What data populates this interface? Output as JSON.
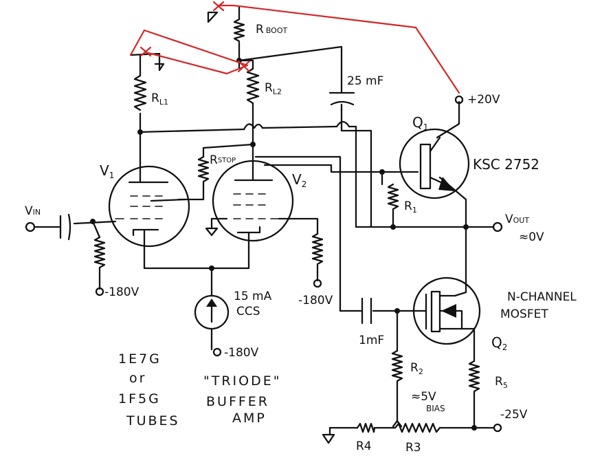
{
  "components": {
    "rboot": {
      "label": "R",
      "sub": "BOOT"
    },
    "rl1": {
      "label": "R",
      "sub": "L1"
    },
    "rl2": {
      "label": "R",
      "sub": "L2"
    },
    "rstop": {
      "label": "R",
      "sub": "STOP"
    },
    "r1": {
      "label": "R",
      "sub": "1"
    },
    "r2": {
      "label": "R",
      "sub": "2"
    },
    "r3": {
      "label": "R3"
    },
    "r4": {
      "label": "R4"
    },
    "r5": {
      "label": "R",
      "sub": "5"
    },
    "v1": {
      "label": "V",
      "sub": "1"
    },
    "v2": {
      "label": "V",
      "sub": "2"
    },
    "q1": {
      "label": "Q",
      "sub": "1",
      "part": "KSC 2752"
    },
    "q2": {
      "label": "Q",
      "sub": "2",
      "type_line1": "N-CHANNEL",
      "type_line2": "MOSFET"
    },
    "cap_boot": {
      "label": "25 mF"
    },
    "cap_coupling": {
      "label": "1mF"
    },
    "ccs": {
      "line1": "15 mA",
      "line2": "CCS"
    }
  },
  "nodes": {
    "vin": {
      "label": "V",
      "sub": "IN"
    },
    "vout": {
      "label": "V",
      "sub": "OUT",
      "note": "≈0V"
    },
    "supply_pos": {
      "label": "+20V"
    },
    "supply_neg_v1": {
      "label": "-180V"
    },
    "supply_neg_v2": {
      "label": "-180V"
    },
    "supply_neg_ccs": {
      "label": "-180V"
    },
    "supply_neg_mosfet": {
      "label": "-25V"
    },
    "bias": {
      "line1": "≈5V",
      "line2": "BIAS"
    }
  },
  "notes": {
    "tubes": [
      "1E7G",
      "or",
      "1F5G",
      "TUBES"
    ],
    "title": [
      "\"TRIODE\"",
      "BUFFER",
      "AMP"
    ]
  },
  "colors": {
    "ink": "#111111",
    "markup": "#d42626",
    "paper": "#ffffff"
  }
}
